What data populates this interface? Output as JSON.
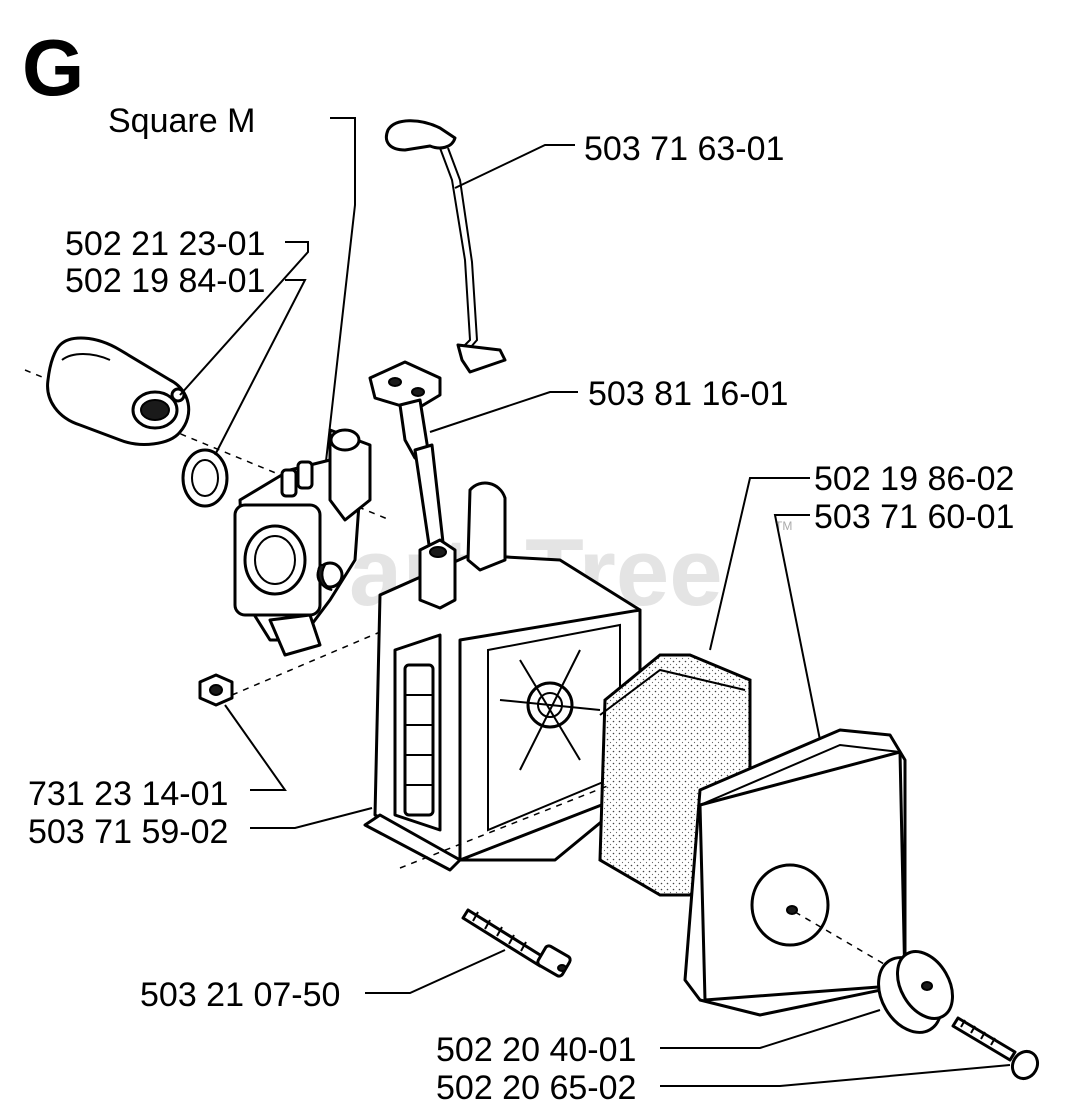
{
  "diagram": {
    "section_letter": "G",
    "sub_label": "Square M",
    "watermark": "PartsTree",
    "watermark_tm": "TM",
    "part_numbers": {
      "choke_rod": "503 71 63-01",
      "intake_adapter": "502 21 23-01",
      "gasket": "502 19 84-01",
      "throttle_rod": "503 81 16-01",
      "filter_foam": "502 19 86-02",
      "filter_cover": "503 71 60-01",
      "nut": "731 23 14-01",
      "filter_housing": "503 71 59-02",
      "housing_screw": "503 21 07-50",
      "cover_knob": "502 20 40-01",
      "knob_screw": "502 20 65-02"
    }
  }
}
